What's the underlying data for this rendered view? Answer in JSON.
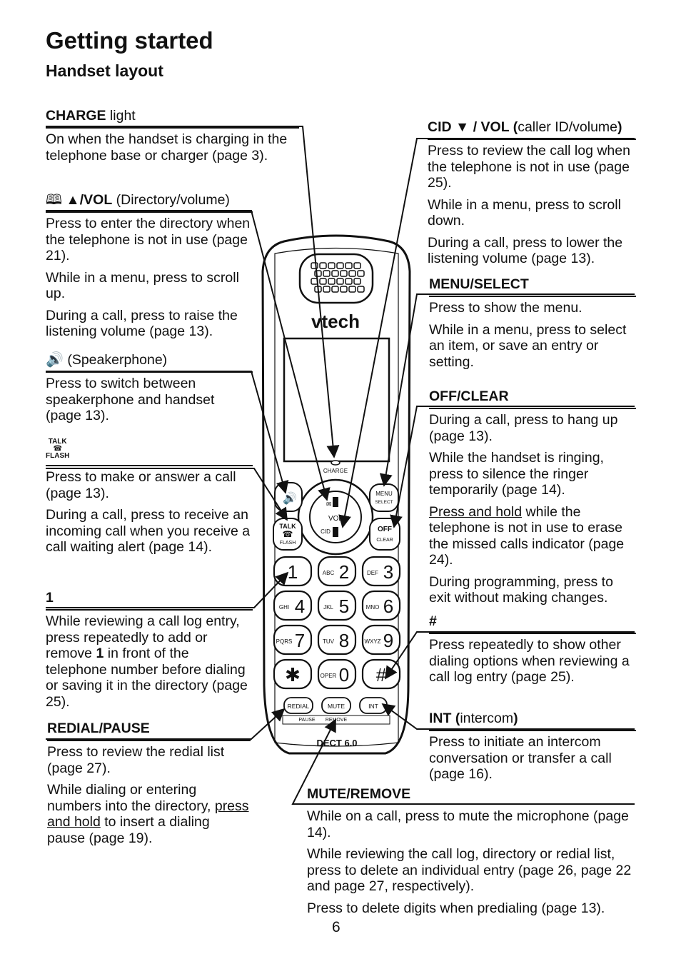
{
  "title": "Getting started",
  "subtitle": "Handset layout",
  "page_number": "6",
  "left": {
    "charge": {
      "head_bold": "CHARGE",
      "head_rest": " light",
      "paras": [
        "On when the handset is charging in the telephone base or charger (page 3)."
      ]
    },
    "dirvol": {
      "head_bold": "▲/VOL",
      "head_rest": " (Directory/volume)",
      "paras": [
        "Press to enter the directory when the telephone is not in use (page 21).",
        "While in a menu, press to scroll up.",
        "During a call, press to raise the listening volume (page 13)."
      ]
    },
    "speaker": {
      "head_rest": " (Speakerphone)",
      "paras": [
        "Press to switch between speakerphone and handset (page 13)."
      ]
    },
    "talk": {
      "icon_top": "TALK",
      "icon_bottom": "FLASH",
      "paras": [
        "Press to make or answer a call (page 13).",
        "During a call, press to receive an incoming call when you receive a call waiting alert (page 14)."
      ]
    },
    "one": {
      "head_bold": "1",
      "p1_a": "While reviewing a call log entry, press repeatedly to add or remove ",
      "p1_b": "1",
      "p1_c": " in front of the telephone number before dialing or saving it in the directory (page 25)."
    },
    "redial": {
      "head_bold": "REDIAL/PAUSE",
      "paras": [
        "Press to review the redial list (page 27)."
      ],
      "p2_a": "While dialing or entering numbers into the directory, ",
      "p2_u": "press and hold",
      "p2_b": " to insert a dialing pause (page 19)."
    }
  },
  "right": {
    "cid": {
      "head_bold": "CID ▼ / VOL (",
      "head_rest": "caller ID/volume",
      "head_close": ")",
      "paras": [
        "Press to review the call log when the telephone is not in use (page 25).",
        "While in a menu, press to scroll down.",
        "During a call, press to lower the listening volume (page 13)."
      ]
    },
    "menu": {
      "head_bold": "MENU/SELECT",
      "paras": [
        "Press to show the menu.",
        "While in a menu, press to select an item, or save an entry or setting."
      ]
    },
    "off": {
      "head_bold": "OFF/CLEAR",
      "paras": [
        "During a call, press to hang up (page 13).",
        "While the handset is ringing, press to silence the ringer temporarily (page 14)."
      ],
      "p3_u": "Press and hold",
      "p3_b": " while the telephone is not in use to erase the missed calls indicator (page 24).",
      "p4": "During programming, press to exit without making changes."
    },
    "hash": {
      "head_bold": "#",
      "paras": [
        "Press repeatedly to show other dialing options when reviewing a call log entry (page 25)."
      ]
    },
    "int": {
      "head_bold": "INT (",
      "head_rest": "intercom",
      "head_close": ")",
      "paras": [
        "Press to initiate an intercom conversation or transfer a call (page 16)."
      ]
    }
  },
  "mute": {
    "head_bold": "MUTE/REMOVE",
    "paras": [
      "While on a call, press to mute the microphone (page 14).",
      "While reviewing the call log, directory or redial list, press to delete an individual entry (page 26, page 22 and page 27, respectively).",
      "Press to delete digits when predialing (page 13)."
    ]
  },
  "phone": {
    "brand": "vtech",
    "charge_label": "CHARGE",
    "menu_top": "MENU",
    "menu_bottom": "SELECT",
    "off_top": "OFF",
    "off_bottom": "CLEAR",
    "talk_top": "TALK",
    "talk_bottom": "FLASH",
    "vol": "VOL",
    "cid": "CID",
    "dect": "DECT 6.0",
    "keys": [
      {
        "num": "1",
        "letters": ""
      },
      {
        "num": "2",
        "letters": "ABC"
      },
      {
        "num": "3",
        "letters": "DEF"
      },
      {
        "num": "4",
        "letters": "GHI"
      },
      {
        "num": "5",
        "letters": "JKL"
      },
      {
        "num": "6",
        "letters": "MNO"
      },
      {
        "num": "7",
        "letters": "PQRS"
      },
      {
        "num": "8",
        "letters": "TUV"
      },
      {
        "num": "9",
        "letters": "WXYZ"
      },
      {
        "num": "✱",
        "letters": ""
      },
      {
        "num": "0",
        "letters": "OPER"
      },
      {
        "num": "#",
        "letters": ""
      }
    ],
    "redial": "REDIAL",
    "pause": "PAUSE",
    "mute": "MUTE",
    "remove": "REMOVE",
    "int": "INT"
  }
}
